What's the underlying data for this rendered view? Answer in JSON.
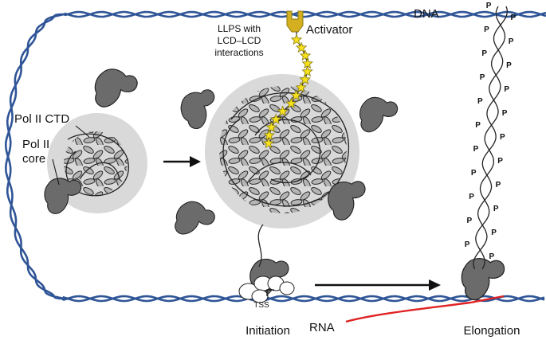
{
  "labels": {
    "dna": "DNA",
    "activator": "Activator",
    "llps": [
      "LLPS with",
      "LCD–LCD",
      "interactions"
    ],
    "pol_ii_ctd": "Pol II CTD",
    "pol_ii_core": [
      "Pol II",
      "core"
    ],
    "tss": "TSS",
    "initiation": "Initiation",
    "rna": "RNA",
    "elongation": "Elongation",
    "phospho": "P"
  },
  "colors": {
    "dna": "#2f5597",
    "activator": "#d4b021",
    "activator_text": "#c9a317",
    "star_fill": "#f6e21c",
    "star_stroke": "#8a7a10",
    "rna": "#e02323",
    "condensate": "#d9d9d9",
    "polymerase": "#6b6b6b",
    "ctd_bead": "#b3b3b3",
    "outline": "#222222"
  }
}
